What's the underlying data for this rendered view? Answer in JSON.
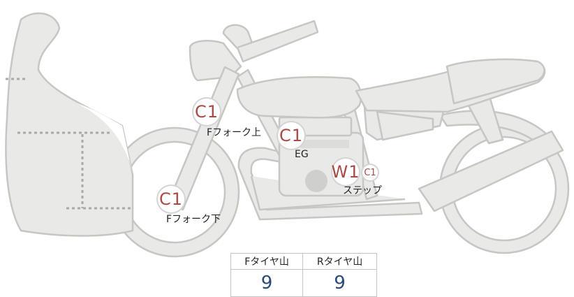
{
  "markers": [
    {
      "id": "f-fork-upper",
      "code": "C1",
      "label": "Fフォーク上"
    },
    {
      "id": "engine",
      "code": "C1",
      "label": "EG"
    },
    {
      "id": "step",
      "codes": [
        "W1",
        "C1"
      ],
      "label": "ステップ"
    },
    {
      "id": "f-fork-lower",
      "code": "C1",
      "label": "Fフォーク下"
    }
  ],
  "tread_table": {
    "headers": [
      "Fタイヤ山",
      "Rタイヤ山"
    ],
    "values": [
      "9",
      "9"
    ]
  },
  "colors": {
    "bike_fill": "#e9e9e7",
    "bike_stroke": "#c6c6c3",
    "marker_text": "#a94a45",
    "value_text": "#2a4a78"
  }
}
